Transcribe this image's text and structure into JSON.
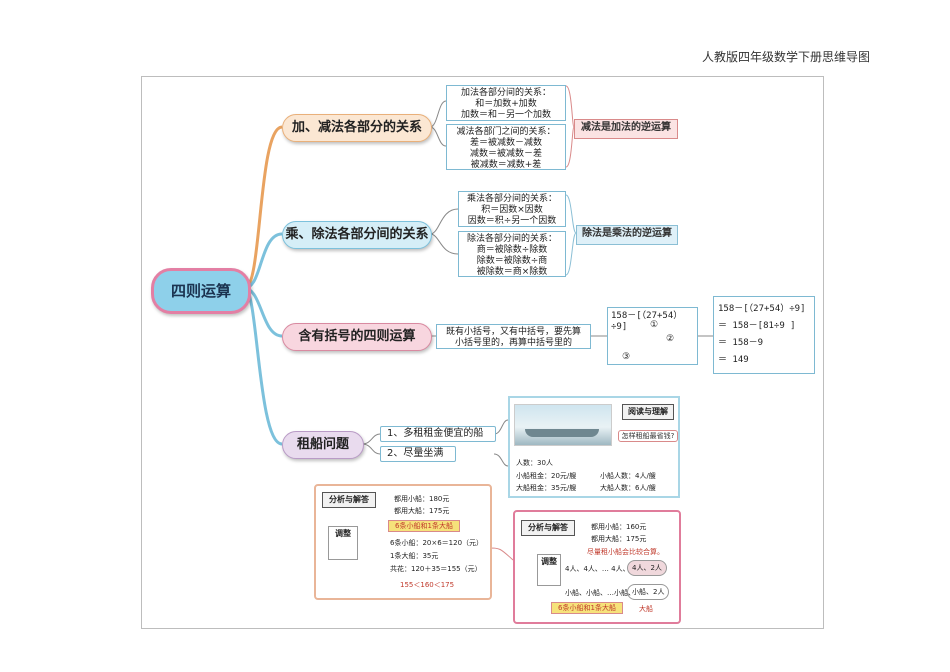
{
  "header": "人教版四年级数学下册思维导图",
  "root": "四则运算",
  "branches": {
    "b1": "加、减法各部分的关系",
    "b2": "乘、除法各部分间的关系",
    "b3": "含有括号的四则运算",
    "b4": "租船问题"
  },
  "add_box": [
    "加法各部分间的关系：",
    "和＝加数+加数",
    "加数＝和－另一个加数"
  ],
  "sub_box": [
    "减法各部门之间的关系：",
    "差＝被减数－减数",
    "减数＝被减数－差",
    "被减数＝减数+差"
  ],
  "tag1": "减法是加法的逆运算",
  "mul_box": [
    "乘法各部分间的关系：",
    "积＝因数×因数",
    "因数＝积÷另一个因数"
  ],
  "div_box": [
    "除法各部分间的关系：",
    "商＝被除数÷除数",
    "除数＝被除数÷商",
    "被除数＝商×除数"
  ],
  "tag2": "除法是乘法的逆运算",
  "bracket_rule": [
    "既有小括号，又有中括号，要先算",
    "小括号里的，再算中括号里的"
  ],
  "expr": {
    "line": "158－[（27+54）÷9]",
    "m1": "①",
    "m2": "②",
    "m3": "③"
  },
  "steps": [
    "158－[（27+54）÷9]",
    "＝ 158－[81÷9 ]",
    "＝ 158－9",
    "＝ 149"
  ],
  "boat_opts": [
    "1、多租租金便宜的船",
    "2、尽量坐满"
  ],
  "boat_card": {
    "read_label": "阅读与理解",
    "question": "怎样租船最省钱?",
    "people": "人数：30人",
    "small_rent": "小船租金：20元/艘",
    "small_cap": "小船人数：4人/艘",
    "big_rent": "大船租金：35元/艘",
    "big_cap": "大船人数：6人/艘"
  },
  "analysis_left": {
    "label": "分析与解答",
    "l1": "都用小船：180元",
    "l2": "都用大船：175元",
    "highlight": "6条小船和1条大船",
    "adjust": "调整",
    "l3": "6条小船：20×6＝120（元）",
    "l4": "1条大船：35元",
    "l5": "共花：120＋35＝155（元）",
    "cmp": "155＜160＜175"
  },
  "analysis_right": {
    "label": "分析与解答",
    "l1": "都用小船：160元",
    "l2": "都用大船：175元",
    "hint": "尽量租小船会比较合算。",
    "adjust": "调整",
    "row1": "4人、4人、… 4人、",
    "row1b": "4人、2人",
    "row2": "小船、小船、…小船、",
    "row2b": "小船、2人",
    "highlight": "6条小船和1条大船",
    "big": "大船"
  }
}
